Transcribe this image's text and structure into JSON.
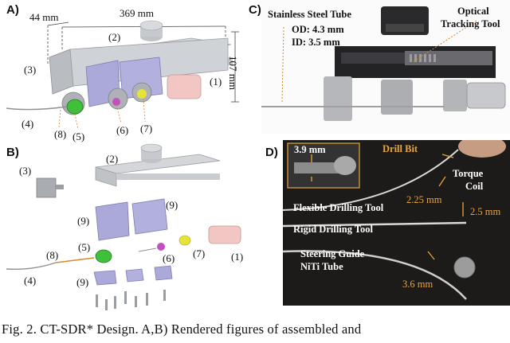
{
  "panel_a": {
    "letter": "A)",
    "dim_width": "44 mm",
    "dim_length": "369 mm",
    "dim_height": "107 mm",
    "labels": [
      "(1)",
      "(2)",
      "(3)",
      "(4)",
      "(5)",
      "(6)",
      "(7)",
      "(8)"
    ]
  },
  "panel_b": {
    "letter": "B)",
    "labels": [
      "(1)",
      "(2)",
      "(3)",
      "(4)",
      "(5)",
      "(6)",
      "(7)",
      "(8)",
      "(9)",
      "(9)",
      "(9)"
    ]
  },
  "panel_c": {
    "letter": "C)",
    "tube_title": "Stainless Steel Tube",
    "tube_od": "OD: 4.3 mm",
    "tube_id": "ID: 3.5 mm",
    "tracker_line1": "Optical",
    "tracker_line2": "Tracking Tool"
  },
  "panel_d": {
    "letter": "D)",
    "inset_dim": "3.9 mm",
    "drill_bit": "Drill Bit",
    "torque_line1": "Torque",
    "torque_line2": "Coil",
    "dim_225": "2.25 mm",
    "dim_25": "2.5 mm",
    "flexible": "Flexible Drilling Tool",
    "rigid": "Rigid Drilling Tool",
    "steering_line1": "Steering Guide",
    "steering_line2": "NiTi Tube",
    "dim_36": "3.6 mm"
  },
  "caption": "Fig. 2.   CT-SDR* Design. A,B) Rendered figures of assembled and",
  "colors": {
    "housing": "#c4c7cc",
    "lavender": "#a9a8d8",
    "green": "#3fbf3a",
    "magenta": "#c64fc0",
    "yellow": "#e7e23a",
    "pink": "#f2c7c3",
    "orange_annotation": "#e7a63b"
  }
}
